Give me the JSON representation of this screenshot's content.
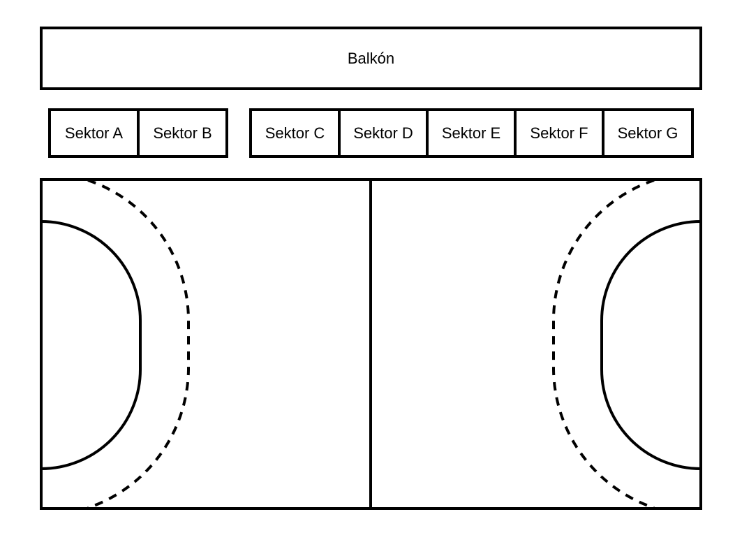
{
  "balcony": {
    "label": "Balkón"
  },
  "sectors": [
    {
      "label": "Sektor A"
    },
    {
      "label": "Sektor B"
    },
    {
      "label": "Sektor C"
    },
    {
      "label": "Sektor D"
    },
    {
      "label": "Sektor E"
    },
    {
      "label": "Sektor F"
    },
    {
      "label": "Sektor G"
    }
  ],
  "colors": {
    "line": "#000000",
    "background": "#ffffff"
  }
}
